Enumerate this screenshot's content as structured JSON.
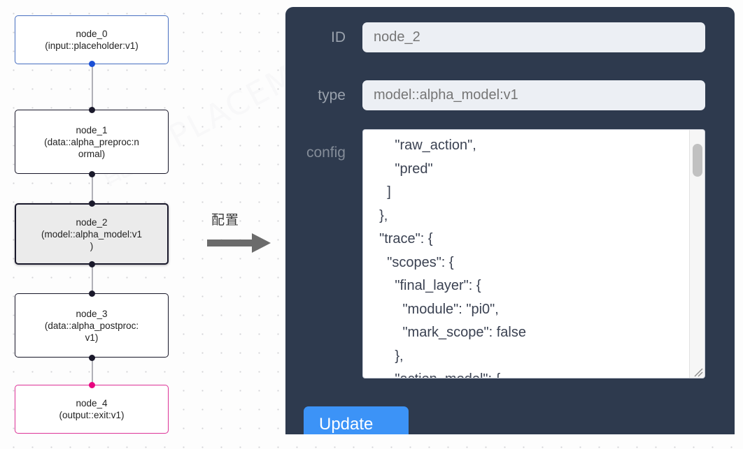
{
  "canvas": {
    "grid": "dotted",
    "background_color": "#fdfdfd",
    "dot_color": "#d3d3d6"
  },
  "flow": {
    "name": "node-graph",
    "nodes": [
      {
        "id": "node_0",
        "label": "node_0\n(input::placeholder:v1)",
        "title": "node_0",
        "subtitle": "(input::placeholder:v1)",
        "role": "input",
        "selected": false,
        "border_color": "#4a72c4",
        "handle_color": "#1a4fd6"
      },
      {
        "id": "node_1",
        "label": "node_1\n(data::alpha_preproc:n\normal)",
        "title": "node_1",
        "subtitle": "(data::alpha_preproc:normal)",
        "role": "default",
        "selected": false,
        "border_color": "#1a192b",
        "handle_color": "#1a192b"
      },
      {
        "id": "node_2",
        "label": "node_2\n(model::alpha_model:v1\n)",
        "title": "node_2",
        "subtitle": "(model::alpha_model:v1)",
        "role": "default",
        "selected": true,
        "border_color": "#1a192b",
        "handle_color": "#1a192b"
      },
      {
        "id": "node_3",
        "label": "node_3\n(data::alpha_postproc:\nv1)",
        "title": "node_3",
        "subtitle": "(data::alpha_postproc:v1)",
        "role": "default",
        "selected": false,
        "border_color": "#1a192b",
        "handle_color": "#1a192b"
      },
      {
        "id": "node_4",
        "label": "node_4\n(output::exit:v1)",
        "title": "node_4",
        "subtitle": "(output::exit:v1)",
        "role": "output",
        "selected": false,
        "border_color": "#e0359a",
        "handle_color": "#e8047f"
      }
    ],
    "edges": [
      {
        "from": "node_0",
        "to": "node_1"
      },
      {
        "from": "node_1",
        "to": "node_2"
      },
      {
        "from": "node_2",
        "to": "node_3"
      },
      {
        "from": "node_3",
        "to": "node_4"
      }
    ]
  },
  "annotation": {
    "arrow_label": "配置",
    "arrow_color": "#666666"
  },
  "panel": {
    "background_color": "#2e3a4e",
    "fields": [
      {
        "label": "ID",
        "value": "node_2"
      },
      {
        "label": "type",
        "value": "model::alpha_model:v1"
      }
    ],
    "id_field": {
      "label": "ID",
      "value": "node_2",
      "placeholder": "node_2"
    },
    "type_field": {
      "label": "type",
      "value": "model::alpha_model:v1",
      "placeholder": "model::alpha_model:v1"
    },
    "config_field": {
      "label": "config",
      "value": "      \"raw_action\",\n      \"pred\"\n    ]\n  },\n  \"trace\": {\n    \"scopes\": {\n      \"final_layer\": {\n        \"module\": \"pi0\",\n        \"mark_scope\": false\n      },\n      \"action_model\": {",
      "scroll_position": "partial",
      "resizable": true
    },
    "update_button": {
      "label": "Update",
      "color": "#3c93f7"
    }
  },
  "watermark": {
    "text": "配置 PLACEMENT"
  }
}
